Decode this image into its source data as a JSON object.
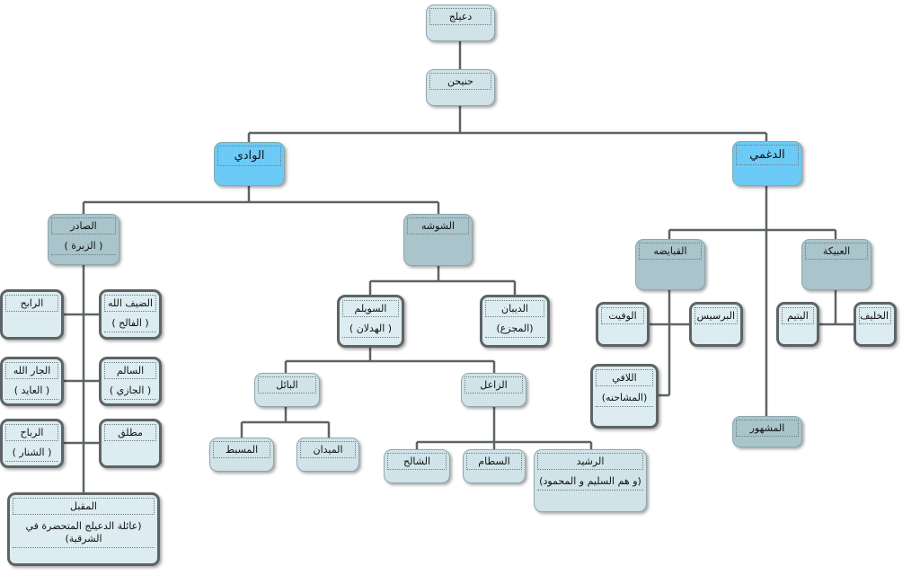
{
  "nodes": [
    {
      "id": "dueilij",
      "name": "دعيلج",
      "sub": "",
      "style": "plain"
    },
    {
      "id": "hnaihen",
      "name": "حنيحن",
      "sub": "",
      "style": "plain"
    },
    {
      "id": "wadi",
      "name": "الوادي",
      "sub": "",
      "style": "blue"
    },
    {
      "id": "daghmi",
      "name": "الدغمي",
      "sub": "",
      "style": "blue"
    },
    {
      "id": "sader",
      "name": "الصادر",
      "sub": "( الزبرة )",
      "style": "dark"
    },
    {
      "id": "shusheh",
      "name": "الشوشه",
      "sub": "",
      "style": "dark"
    },
    {
      "id": "rabeh",
      "name": "الرابح",
      "sub": "",
      "style": "light"
    },
    {
      "id": "dhaifallah",
      "name": "الضيف الله",
      "sub": "( الفالح )",
      "style": "light"
    },
    {
      "id": "jarallah",
      "name": "الجار الله",
      "sub": "( العايد )",
      "style": "light"
    },
    {
      "id": "salem",
      "name": "السالم",
      "sub": "( الجازي )",
      "style": "light"
    },
    {
      "id": "rabbah",
      "name": "الرباح",
      "sub": "( الشنار )",
      "style": "light"
    },
    {
      "id": "mutlaq",
      "name": "مطلق",
      "sub": "",
      "style": "light"
    },
    {
      "id": "muqbil",
      "name": "المقبل",
      "sub": "(عائلة الدعيلج المتحضرة في الشرقية)",
      "style": "light"
    },
    {
      "id": "sweilem",
      "name": "السويلم",
      "sub": "( الهدلان )",
      "style": "light"
    },
    {
      "id": "dibyan",
      "name": "الديبان",
      "sub": "(المجزع)",
      "style": "light"
    },
    {
      "id": "bayel",
      "name": "البائل",
      "sub": "",
      "style": "plain"
    },
    {
      "id": "zaal",
      "name": "الزاعل",
      "sub": "",
      "style": "plain"
    },
    {
      "id": "musabbat",
      "name": "المسبط",
      "sub": "",
      "style": "plain"
    },
    {
      "id": "maidan",
      "name": "الميدان",
      "sub": "",
      "style": "plain"
    },
    {
      "id": "shaleh",
      "name": "الشالح",
      "sub": "",
      "style": "plain"
    },
    {
      "id": "sattam",
      "name": "السطام",
      "sub": "",
      "style": "plain"
    },
    {
      "id": "rashid",
      "name": "الرشيد",
      "sub": "(و هم السليم و المحمود)",
      "style": "plain"
    },
    {
      "id": "qbaidah",
      "name": "القبايضه",
      "sub": "",
      "style": "dark"
    },
    {
      "id": "obaikah",
      "name": "العبيكة",
      "sub": "",
      "style": "dark"
    },
    {
      "id": "wafit",
      "name": "الوفيت",
      "sub": "",
      "style": "light"
    },
    {
      "id": "barsis",
      "name": "البرسيس",
      "sub": "",
      "style": "light"
    },
    {
      "id": "lafi",
      "name": "اللافي",
      "sub": "(المشاحنه)",
      "style": "light"
    },
    {
      "id": "yatim",
      "name": "اليتيم",
      "sub": "",
      "style": "light"
    },
    {
      "id": "khalif",
      "name": "الخليف",
      "sub": "",
      "style": "light"
    },
    {
      "id": "mashhour",
      "name": "المشهور",
      "sub": "",
      "style": "dark"
    }
  ]
}
